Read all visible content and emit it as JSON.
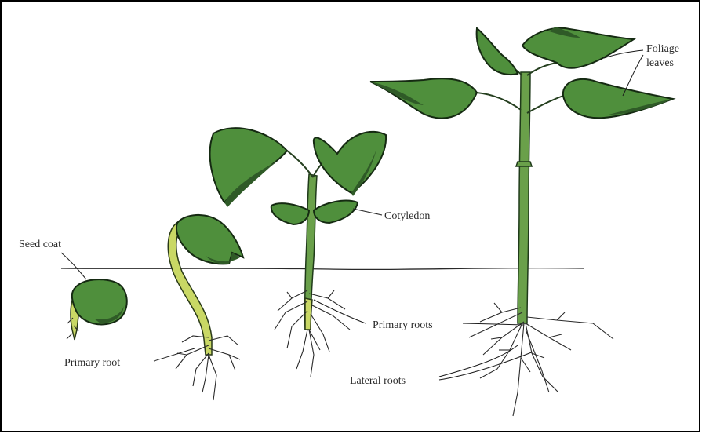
{
  "labels": {
    "seed_coat": "Seed coat",
    "primary_root": "Primary root",
    "cotyledon": "Cotyledon",
    "primary_roots": "Primary roots",
    "lateral_roots": "Lateral roots",
    "foliage_line1": "Foliage",
    "foliage_line2": "leaves"
  },
  "colors": {
    "leaf": "#4f8f3c",
    "leaf_outline": "#152a12",
    "young_stem": "#c9d865",
    "frame": "#000000"
  }
}
